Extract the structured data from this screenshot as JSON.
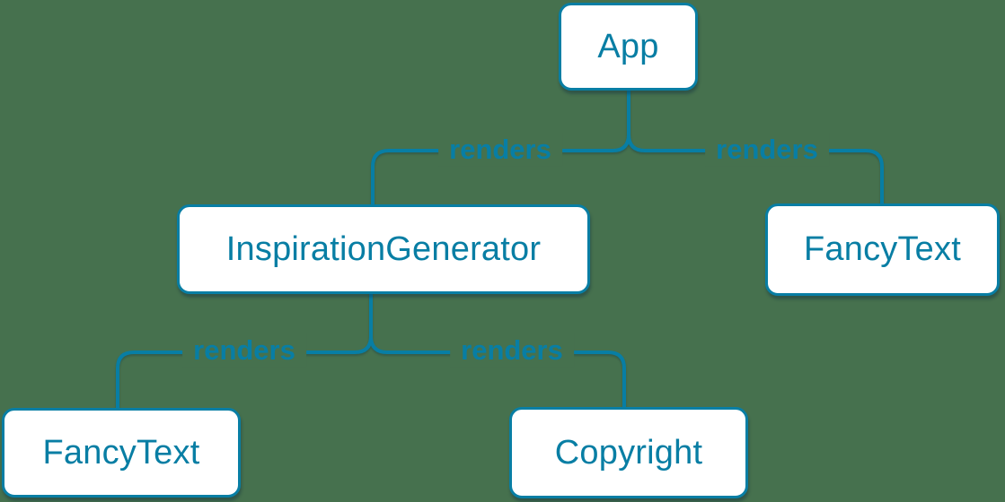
{
  "colors": {
    "background": "#46714E",
    "accent": "#087EA4",
    "node_fill": "#FFFFFF"
  },
  "nodes": [
    {
      "id": "app",
      "label": "App"
    },
    {
      "id": "inspiration-generator",
      "label": "InspirationGenerator"
    },
    {
      "id": "fancy-text-top",
      "label": "FancyText"
    },
    {
      "id": "fancy-text-bottom",
      "label": "FancyText"
    },
    {
      "id": "copyright",
      "label": "Copyright"
    }
  ],
  "edges": [
    {
      "from": "app",
      "to": "inspiration-generator",
      "label": "renders"
    },
    {
      "from": "app",
      "to": "fancy-text-top",
      "label": "renders"
    },
    {
      "from": "inspiration-generator",
      "to": "fancy-text-bottom",
      "label": "renders"
    },
    {
      "from": "inspiration-generator",
      "to": "copyright",
      "label": "renders"
    }
  ]
}
